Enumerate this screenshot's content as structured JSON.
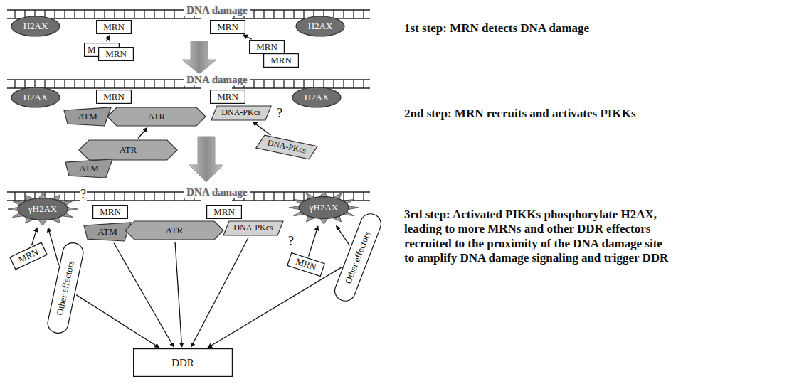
{
  "diagram": {
    "nodes": [
      {
        "text": [
          "H2AX"
        ]
      },
      {
        "text": [
          "MRN"
        ]
      },
      {
        "text": [
          "MRN"
        ]
      },
      {
        "text": [
          "H2AX"
        ]
      },
      {
        "text": [
          "M"
        ]
      },
      {
        "text": [
          "MRN"
        ]
      },
      {
        "text": [
          "MRN"
        ]
      },
      {
        "text": [
          "MRN"
        ]
      },
      {
        "text": [
          "H2AX"
        ]
      },
      {
        "text": [
          "MRN"
        ]
      },
      {
        "text": [
          "MRN"
        ]
      },
      {
        "text": [
          "H2AX"
        ]
      },
      {
        "text": [
          "ATM"
        ]
      },
      {
        "text": [
          "ATR"
        ]
      },
      {
        "text": [
          "DNA-PKcs"
        ]
      },
      {
        "text": [
          "ATR"
        ]
      },
      {
        "text": [
          "ATM"
        ]
      },
      {
        "text": [
          "DNA-PKcs"
        ]
      },
      {
        "text": [
          "γH2AX"
        ]
      },
      {
        "text": [
          "MRN"
        ]
      },
      {
        "text": [
          "MRN"
        ]
      },
      {
        "text": [
          "γH2AX"
        ]
      },
      {
        "text": [
          "ATM"
        ]
      },
      {
        "text": [
          "ATR"
        ]
      },
      {
        "text": [
          "DNA-PKcs"
        ]
      },
      {
        "text": [
          "MRN"
        ]
      },
      {
        "text": [
          "Other effectors"
        ]
      },
      {
        "text": [
          "MRN"
        ]
      },
      {
        "text": [
          "Other effectors"
        ]
      },
      {
        "text": [
          "DDR"
        ]
      }
    ],
    "edges": [
      {
        "from": 4,
        "to": 1,
        "arrow": "to"
      },
      {
        "from": 6,
        "to": 2,
        "arrow": "to"
      },
      {
        "from": 15,
        "to": 13,
        "arrow": "to"
      },
      {
        "from": 17,
        "to": 14,
        "arrow": "to"
      },
      {
        "from": 25,
        "to": 18,
        "arrow": "to"
      },
      {
        "from": 26,
        "to": 18,
        "arrow": "to"
      },
      {
        "from": 27,
        "to": 21,
        "arrow": "to"
      },
      {
        "from": 28,
        "to": 21,
        "arrow": "to"
      },
      {
        "from": 26,
        "to": 29,
        "arrow": "to"
      },
      {
        "from": 22,
        "to": 29,
        "arrow": "to"
      },
      {
        "from": 23,
        "to": 29,
        "arrow": "to"
      },
      {
        "from": 24,
        "to": 29,
        "arrow": "to"
      },
      {
        "from": 28,
        "to": 29,
        "arrow": "to"
      }
    ],
    "labels": [
      "DNA damage",
      "1st step: MRN detects DNA damage",
      "DNA damage",
      "?",
      "2nd step: MRN recruits and activates PIKKs",
      "DNA damage",
      "?",
      "?",
      "3rd step: Activated PIKKs phosphorylate H2AX, leading to more MRNs and other DDR effectors recruited to the proximity of the DNA damage site to amplify DNA damage signaling and trigger DDR"
    ]
  }
}
